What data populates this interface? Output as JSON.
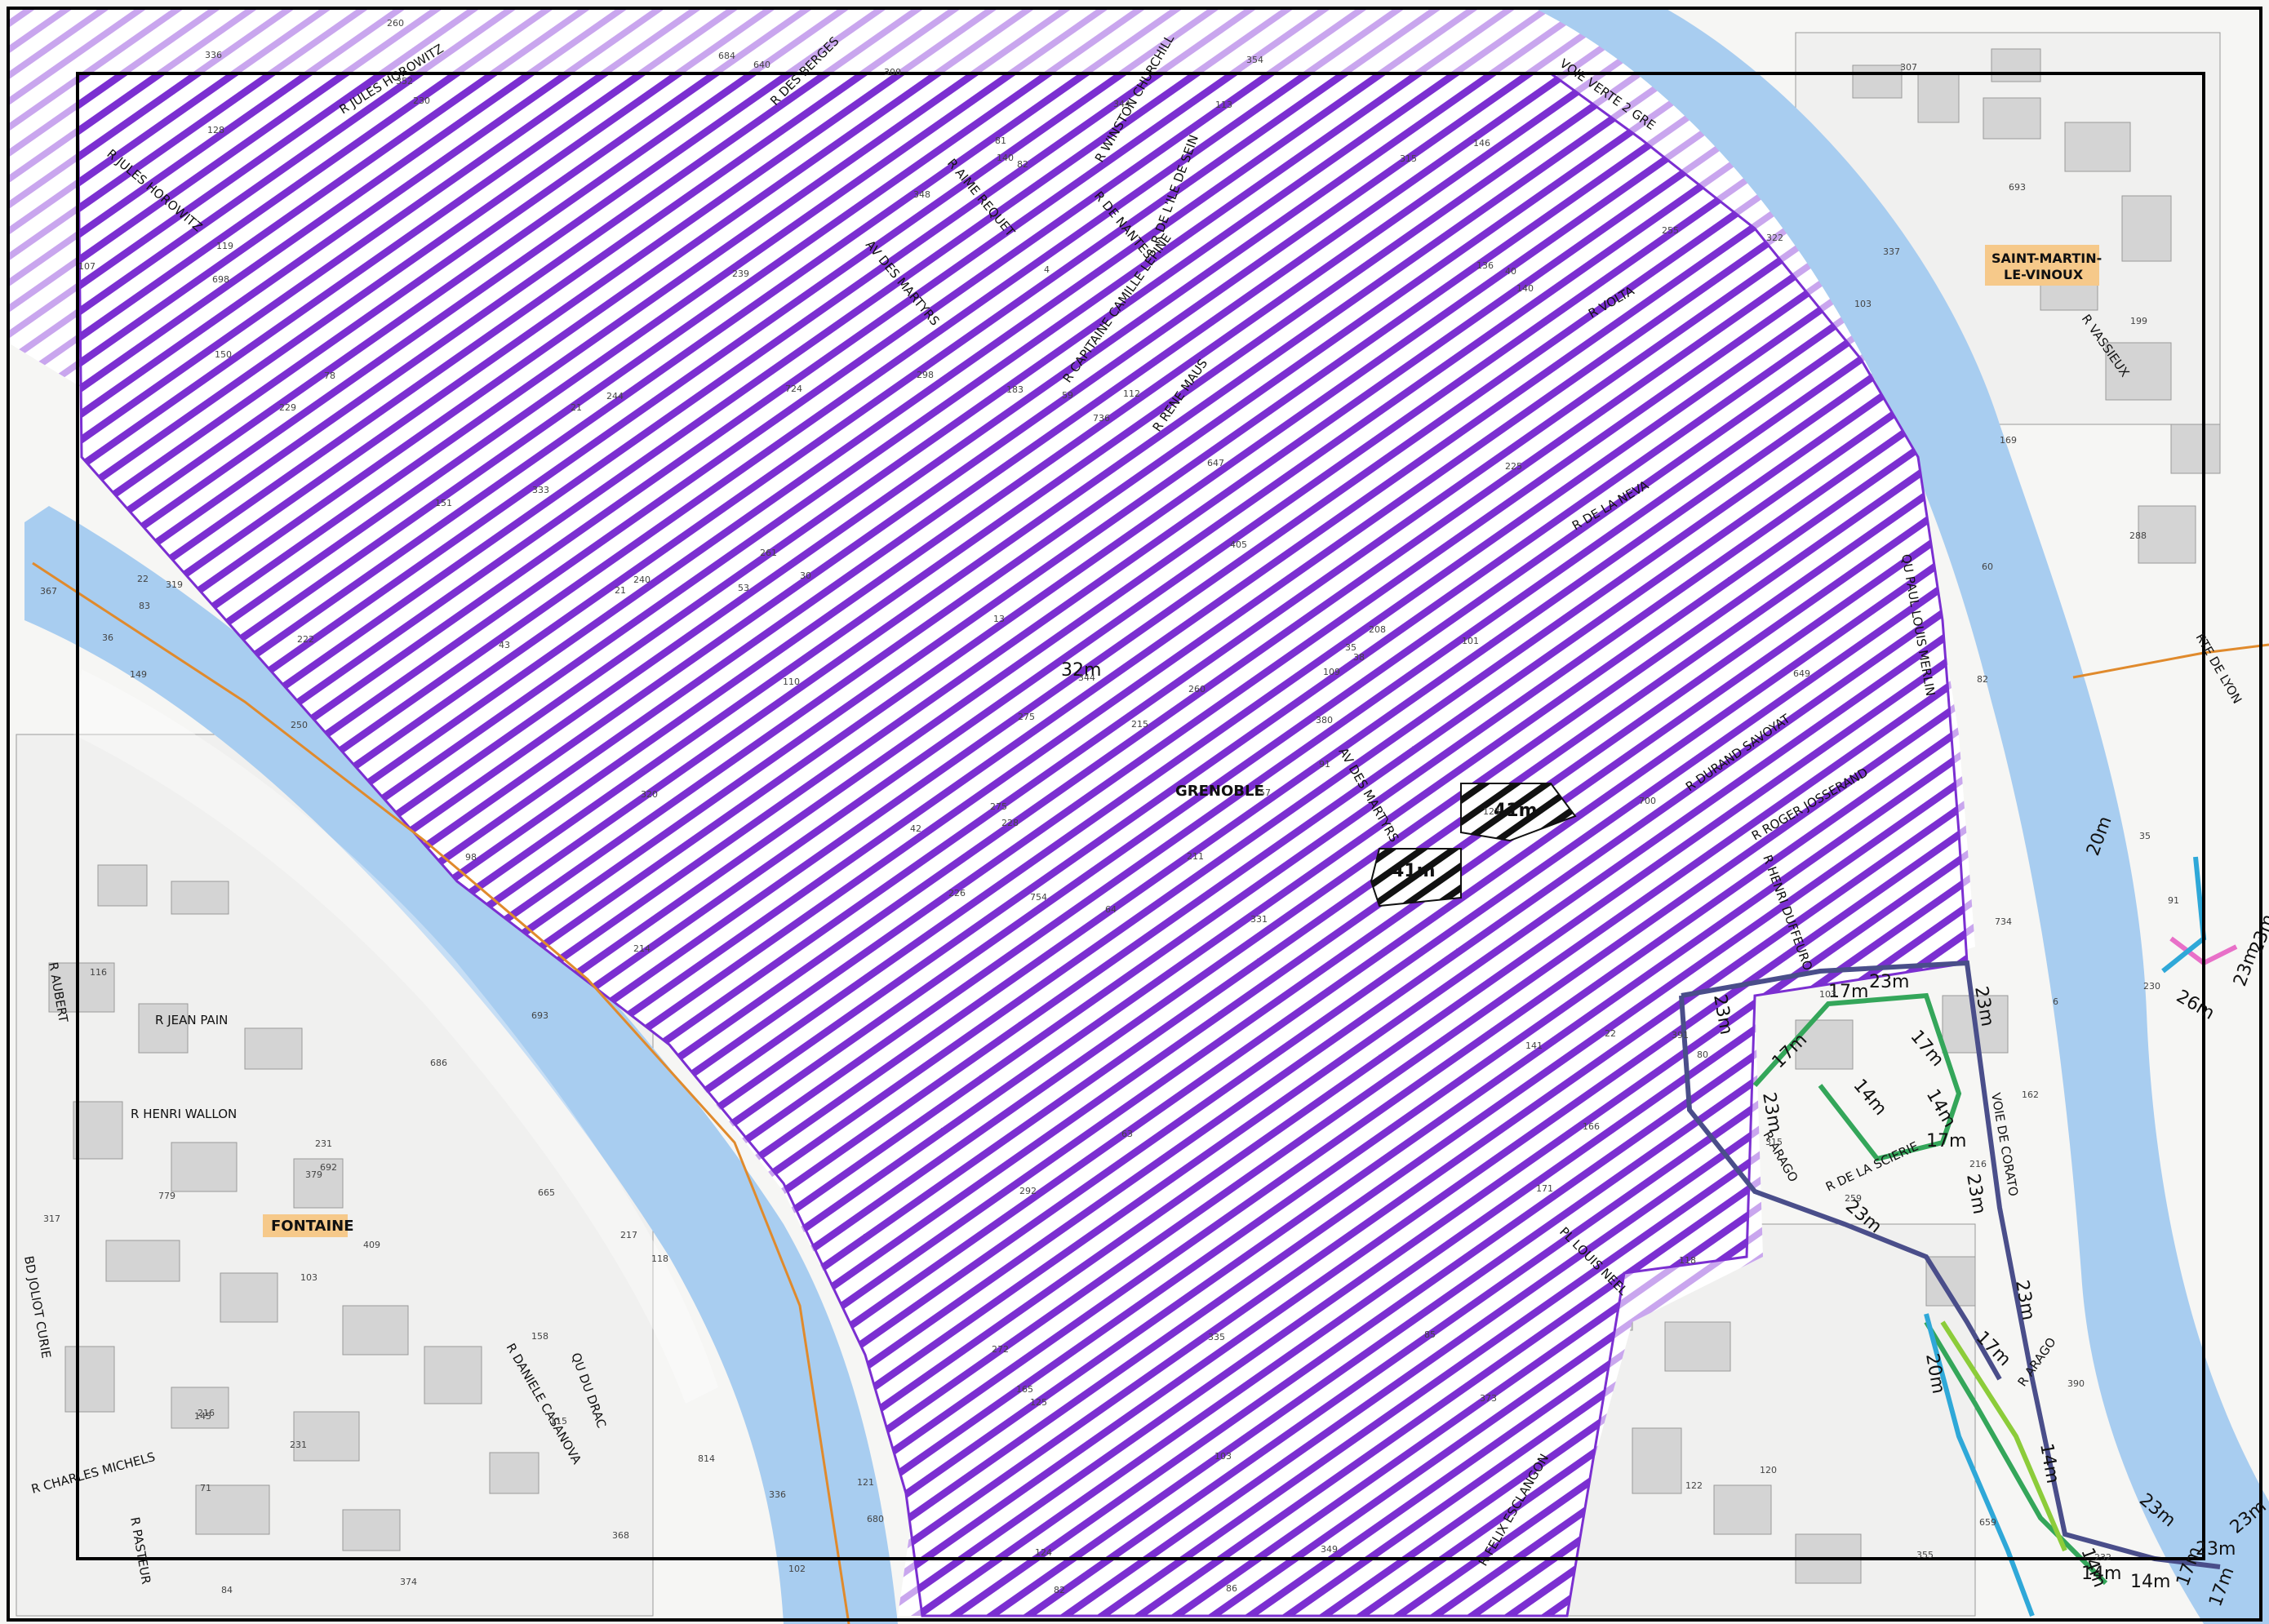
{
  "map": {
    "communes": [
      "GRENOBLE",
      "FONTAINE",
      "SAINT-MARTIN-",
      "LE-VINOUX"
    ],
    "streets": [
      "R JULES HOROWITZ",
      "R JULES HOROWITZ",
      "R DES BERGES",
      "R WINSTON CHURCHILL",
      "R AIME REQUET",
      "AV DES MARTYRS",
      "R DE NANTES",
      "R DE L'ILE DE SEIN",
      "R CAPITAINE CAMILLE LEPINE",
      "R RENE MAUS",
      "VOIE VERTE 2 GRE",
      "R VOLTA",
      "R DE LA NEVA",
      "QU PAUL LOUIS MERLIN",
      "R DURAND SAVOYAT",
      "AV DES MARTYRS",
      "R ROGER JOSSERAND",
      "R HENRI DUFFEURO",
      "R ARAGO",
      "R DE LA SCIERIE",
      "VOIE DE CORATO",
      "R ARAGO",
      "PL LOUIS NEEL",
      "R FELIX ESCLANGON",
      "R JEAN PAIN",
      "R HENRI WALLON",
      "R AUBERT",
      "BD JOLIOT CURIE",
      "R CHARLES MICHELS",
      "R PASTEUR",
      "R DANIELE CASANOVA",
      "QU DU DRAC",
      "R VASSIEUX",
      "RTE DE LYON"
    ],
    "height_labels": [
      "32m",
      "41m",
      "41m",
      "23m",
      "17m",
      "23m",
      "23m",
      "17m",
      "17m",
      "14m",
      "17m",
      "14m",
      "23m",
      "23m",
      "23m",
      "14m",
      "17m",
      "23m",
      "23m",
      "23m",
      "20m",
      "17m",
      "14m",
      "14m",
      "14m",
      "23m",
      "17m",
      "23m",
      "26m",
      "23m",
      "20m"
    ],
    "parcel_numbers": [
      "64",
      "229",
      "228",
      "216",
      "109",
      "118",
      "146",
      "112",
      "40",
      "57",
      "230",
      "232",
      "250",
      "199",
      "226",
      "225",
      "374",
      "183",
      "405",
      "409",
      "30",
      "71",
      "115",
      "59",
      "38",
      "80",
      "78",
      "82",
      "149",
      "141",
      "288",
      "275",
      "272",
      "275",
      "244",
      "255",
      "217",
      "355",
      "390",
      "391",
      "354",
      "53",
      "43",
      "171",
      "368",
      "367",
      "380",
      "84",
      "125",
      "91",
      "103",
      "169",
      "107",
      "166",
      "373",
      "158",
      "352",
      "336",
      "335",
      "337",
      "344",
      "320",
      "319",
      "333",
      "322",
      "260",
      "315",
      "348",
      "344",
      "317",
      "292",
      "336",
      "22",
      "21",
      "145",
      "128",
      "151",
      "116",
      "13",
      "103",
      "260",
      "231",
      "123",
      "162",
      "124",
      "82",
      "63",
      "120",
      "86",
      "85",
      "81",
      "91",
      "101",
      "118",
      "215",
      "216",
      "83",
      "82",
      "136",
      "140",
      "98",
      "684",
      "35",
      "36",
      "686",
      "665",
      "814",
      "35",
      "103",
      "110",
      "734",
      "698",
      "736",
      "42",
      "640",
      "779",
      "754",
      "693",
      "298",
      "300",
      "379",
      "307",
      "647",
      "724",
      "700",
      "693",
      "659",
      "680",
      "649",
      "150",
      "692",
      "349",
      "240",
      "239",
      "6",
      "315",
      "214",
      "231",
      "230",
      "261",
      "331",
      "222",
      "259",
      "211",
      "208",
      "119",
      "121",
      "122",
      "165",
      "140",
      "60",
      "21",
      "22",
      "102",
      "103",
      "113",
      "4"
    ]
  },
  "colors": {
    "river": "#a8cdf0",
    "zone_hatch": "#7b2fd1",
    "zone_fill": "#ffffff",
    "frame": "#000000",
    "border_orange": "#e08a2c",
    "limit_navy": "#4a4e8a",
    "limit_green": "#34a65a",
    "limit_lightgreen": "#8ccc3a",
    "limit_cyan": "#2fa8d8",
    "limit_pink": "#e870c8",
    "commune_label_bg": "#f6c98a"
  }
}
